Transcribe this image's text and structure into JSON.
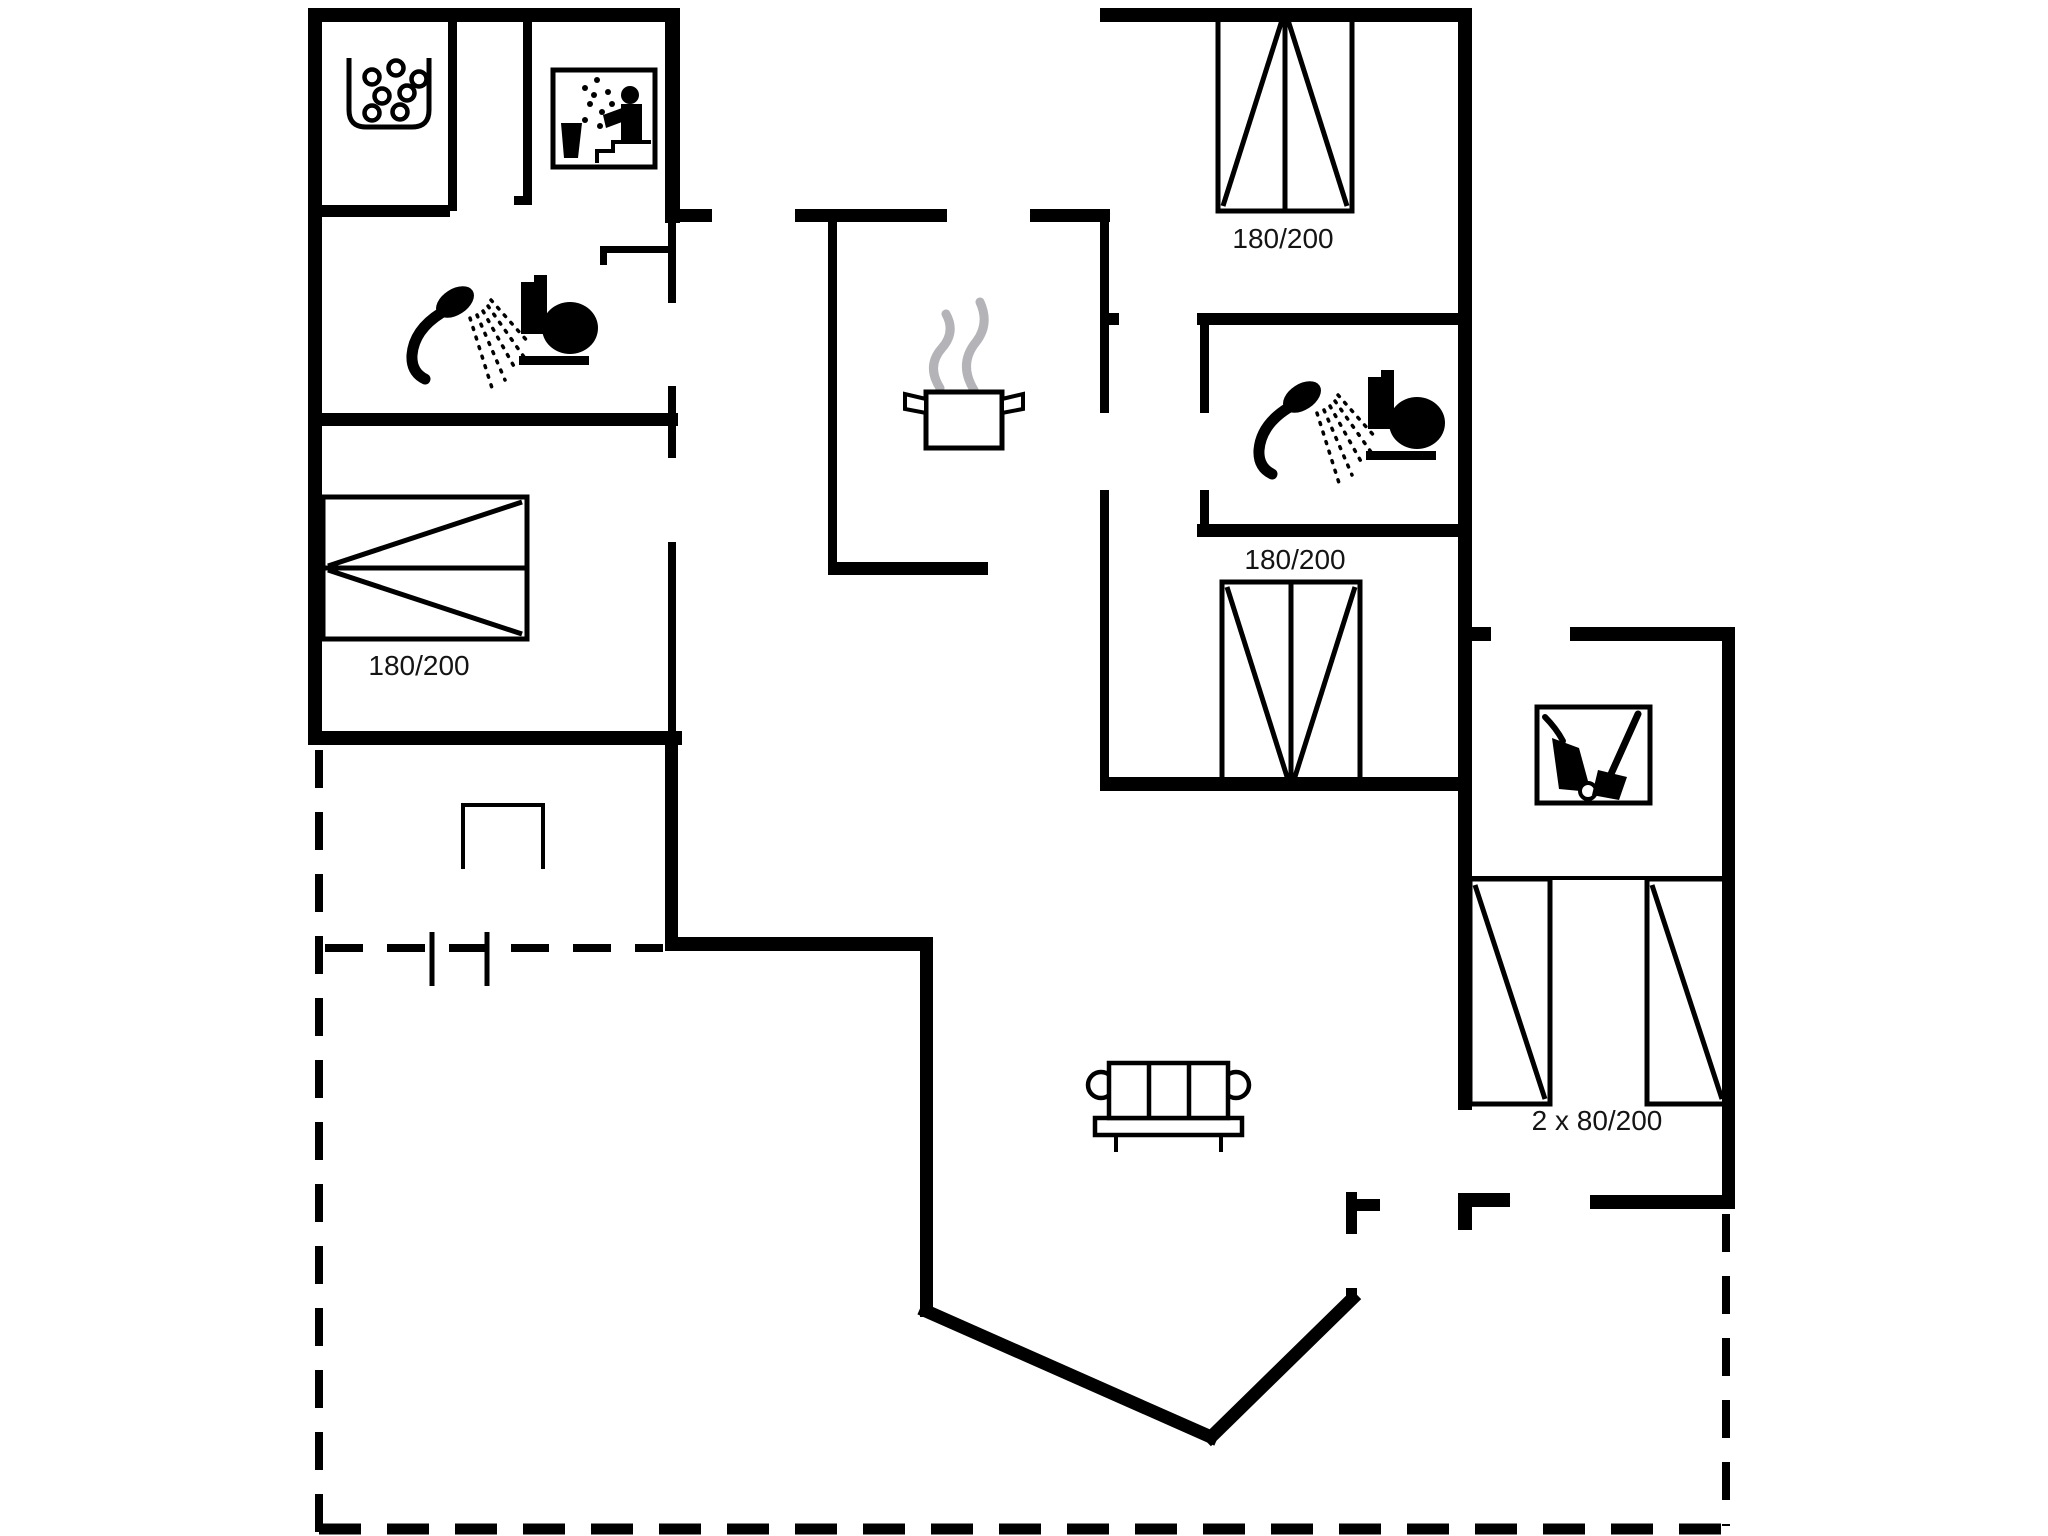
{
  "plan": {
    "wall_color": "#000000",
    "steam_color": "#b4b4b8",
    "background": "#ffffff",
    "labels": {
      "bedroom_top_right": "180/200",
      "bedroom_mid_right": "180/200",
      "bedroom_left": "180/200",
      "bunk_room": "2 x 80/200"
    },
    "icons": {
      "whirlpool": "whirlpool-tub-icon",
      "sauna": "sauna-icon",
      "shower": "hand-shower-icon",
      "toilet": "toilet-icon",
      "stove": "cooking-pot-icon",
      "cleaning": "cleaning-equipment-icon",
      "sofa": "sofa-icon",
      "double_bed": "double-bed-icon",
      "single_bed": "single-bed-icon"
    }
  }
}
